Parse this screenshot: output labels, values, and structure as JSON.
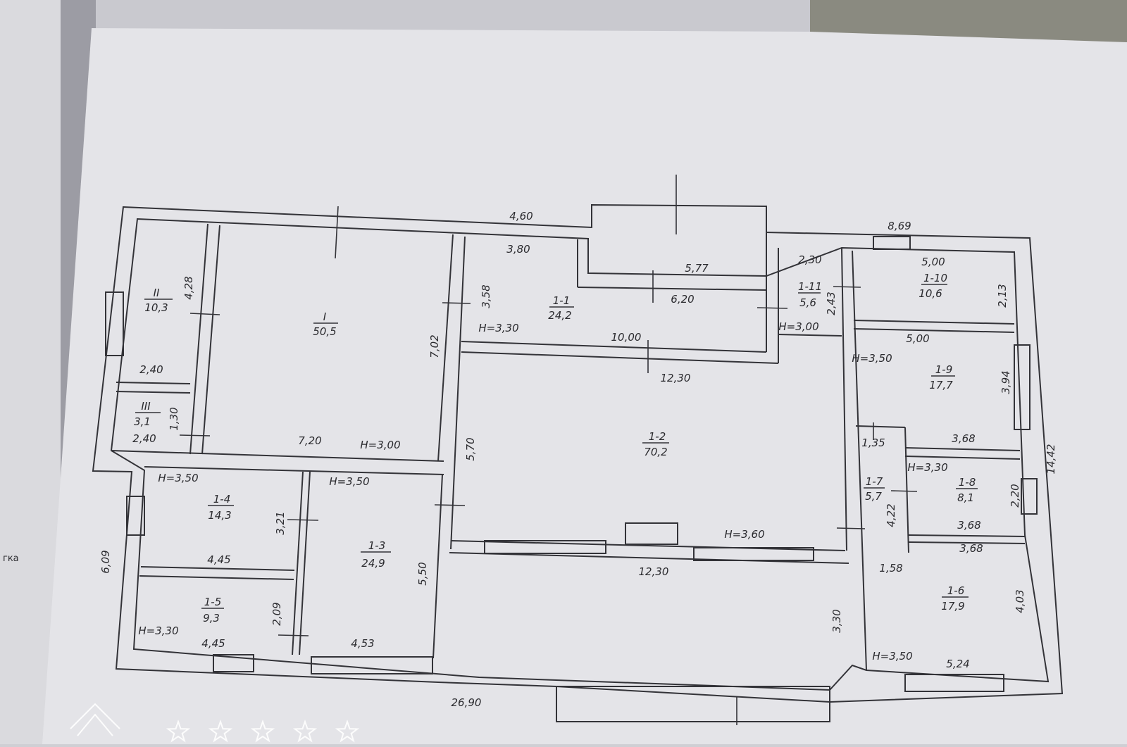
{
  "side_sheet_text": "гка",
  "rooms": [
    {
      "id": "II",
      "area": "10,3"
    },
    {
      "id": "I",
      "area": "50,5"
    },
    {
      "id": "III",
      "area": "3,1"
    },
    {
      "id": "1-1",
      "area": "24,2"
    },
    {
      "id": "1-11",
      "area": "5,6"
    },
    {
      "id": "1-10",
      "area": "10,6"
    },
    {
      "id": "1-9",
      "area": "17,7"
    },
    {
      "id": "1-2",
      "area": "70,2"
    },
    {
      "id": "1-7",
      "area": "5,7"
    },
    {
      "id": "1-8",
      "area": "8,1"
    },
    {
      "id": "1-4",
      "area": "14,3"
    },
    {
      "id": "1-3",
      "area": "24,9"
    },
    {
      "id": "1-5",
      "area": "9,3"
    },
    {
      "id": "1-6",
      "area": "17,9"
    }
  ],
  "horizontal_dims": [
    "4,60",
    "8,69",
    "3,80",
    "5,77",
    "2,30",
    "5,00",
    "6,20",
    "2,40",
    "10,00",
    "5,00",
    "12,30",
    "2,40",
    "7,20",
    "3,68",
    "1,35",
    "3,68",
    "3,68",
    "4,45",
    "1,58",
    "12,30",
    "4,45",
    "4,53",
    "5,24",
    "26,90"
  ],
  "heights": [
    "H=3,30",
    "H=3,00",
    "H=3,50",
    "H=3,00",
    "H=3,50",
    "H=3,50",
    "H=3,30",
    "H=3,60",
    "H=3,30",
    "H=3,50"
  ],
  "vertical_dims": [
    "4,28",
    "3,58",
    "2,43",
    "2,13",
    "7,02",
    "3,94",
    "1,30",
    "5,70",
    "14,42",
    "2,20",
    "3,21",
    "4,22",
    "6,09",
    "5,50",
    "2,09",
    "3,30",
    "4,03"
  ],
  "watermark": {
    "stars": 5
  }
}
